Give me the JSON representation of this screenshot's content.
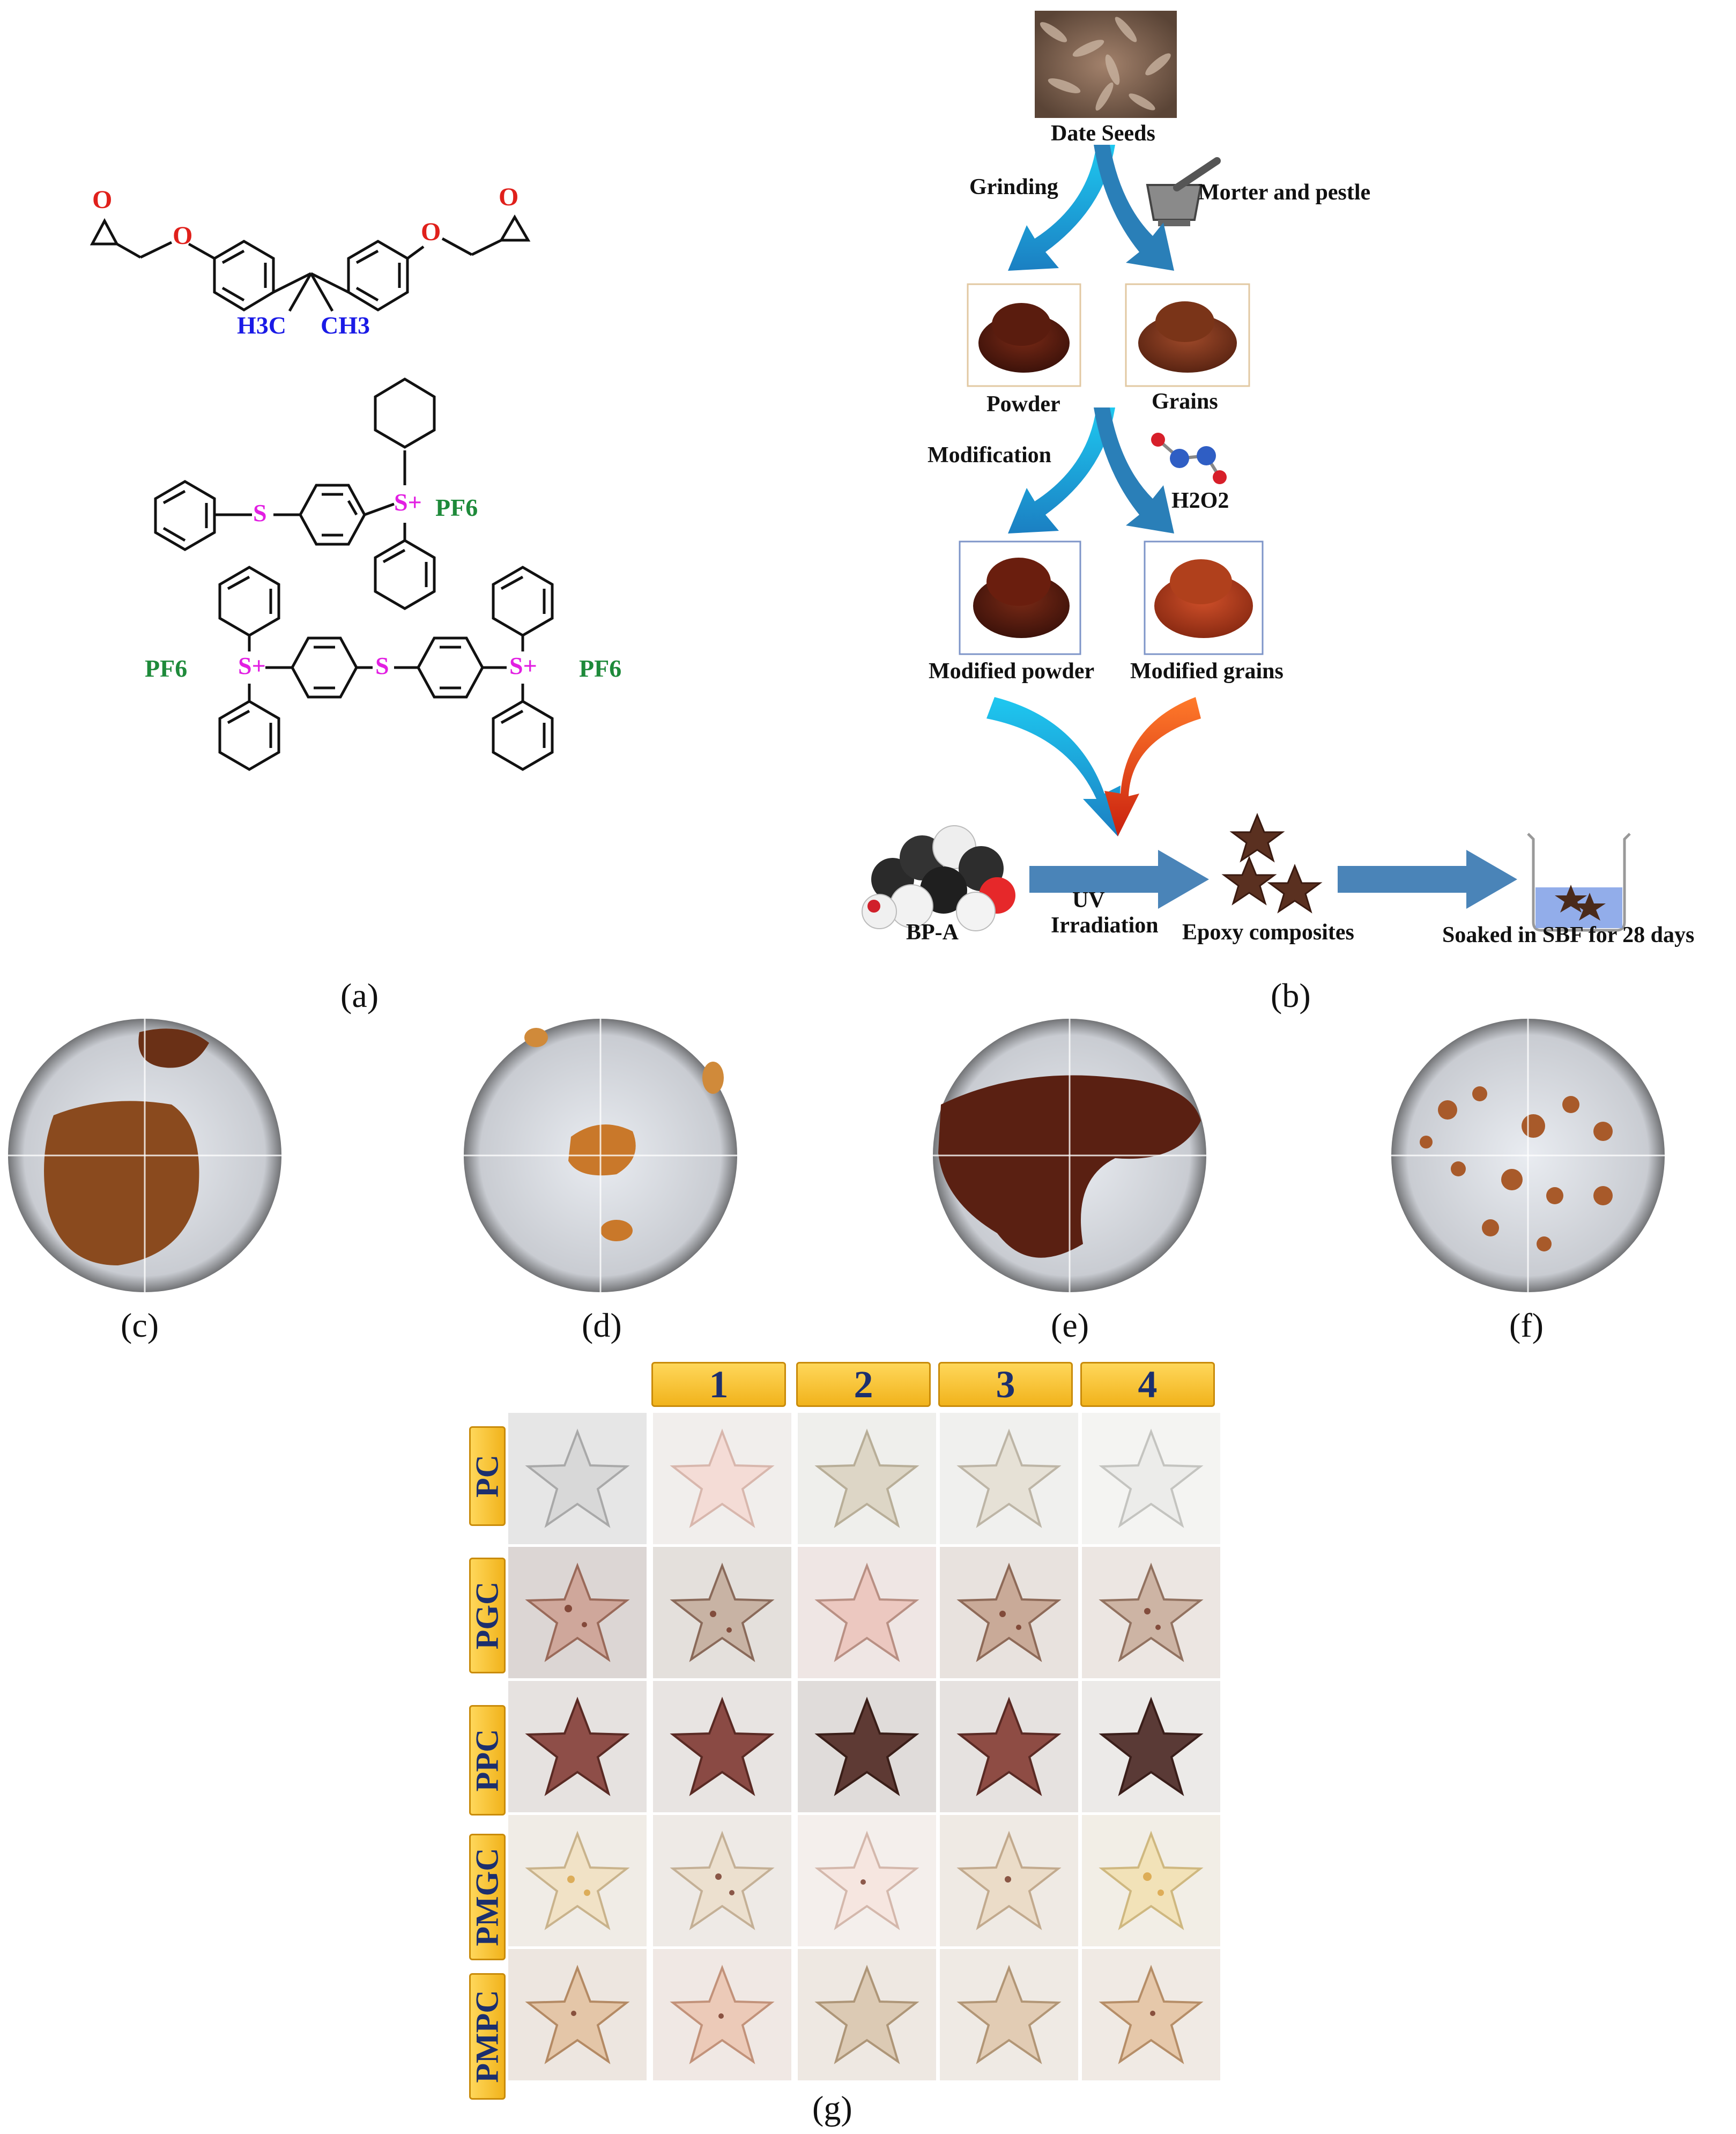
{
  "panel_labels": [
    "(a)",
    "(b)",
    "(c)",
    "(d)",
    "(e)",
    "(f)",
    "(g)"
  ],
  "chem": {
    "epoxy_h3c": "H3C",
    "epoxy_ch3": "CH3",
    "pf6": "PF6",
    "sulfonium": "S+",
    "sulfide": "S",
    "oxygen": "O"
  },
  "flow": {
    "date_seeds": "Date Seeds",
    "grinding": "Grinding",
    "mortar": "Morter and pestle",
    "powder": "Powder",
    "grains": "Grains",
    "modification": "Modification",
    "h2o2": "H2O2",
    "modified_powder": "Modified powder",
    "modified_grains": "Modified grains",
    "bpa": "BP-A",
    "uv_1": "UV",
    "uv_2": "Irradiation",
    "epoxy": "Epoxy  composites",
    "soaked": "Soaked in SBF for 28 days"
  },
  "grid": {
    "columns": [
      "1",
      "2",
      "3",
      "4"
    ],
    "rows": [
      "PC",
      "PGC",
      "PPC",
      "PMGC",
      "PMPC"
    ]
  },
  "colors": {
    "chem_red": "#e0201b",
    "chem_blue": "#1a1ae6",
    "chem_magenta": "#e21ee2",
    "chem_green": "#1e8a3a",
    "arrow_blue": "#29a9e0",
    "arrow_steel": "#4a7fb5",
    "arrow_red": "#e6401a",
    "tab_yellow": "#f6c42c"
  }
}
